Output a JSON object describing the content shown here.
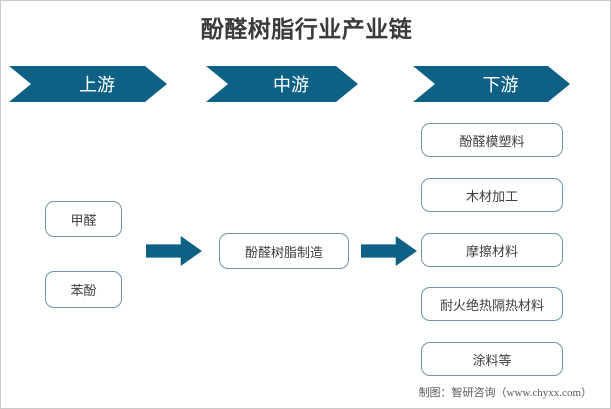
{
  "chart_data": {
    "type": "diagram",
    "title": "酚醛树脂行业产业链",
    "stages": [
      {
        "label": "上游",
        "nodes": [
          "甲醛",
          "苯酚"
        ]
      },
      {
        "label": "中游",
        "nodes": [
          "酚醛树脂制造"
        ]
      },
      {
        "label": "下游",
        "nodes": [
          "酚醛模塑料",
          "木材加工",
          "摩擦材料",
          "耐火绝热隔热材料",
          "涂料等"
        ]
      }
    ],
    "connectors": [
      {
        "name": "upstream-to-midstream",
        "icon": "right-arrow-icon"
      },
      {
        "name": "midstream-to-downstream",
        "icon": "right-arrow-icon"
      }
    ],
    "colors": {
      "banner": "#0e6184",
      "arrow": "#0e6184",
      "node_border": "#6f94ad",
      "title_text": "#3b3b3b",
      "background": "#ffffff"
    }
  },
  "header": {
    "title": "酚醛树脂行业产业链"
  },
  "banners": [
    {
      "label": "上游"
    },
    {
      "label": "中游"
    },
    {
      "label": "下游"
    }
  ],
  "upstream": {
    "nodes": [
      {
        "label": "甲醛"
      },
      {
        "label": "苯酚"
      }
    ]
  },
  "midstream": {
    "nodes": [
      {
        "label": "酚醛树脂制造"
      }
    ]
  },
  "downstream": {
    "nodes": [
      {
        "label": "酚醛模塑料"
      },
      {
        "label": "木材加工"
      },
      {
        "label": "摩擦材料"
      },
      {
        "label": "耐火绝热隔热材料"
      },
      {
        "label": "涂料等"
      }
    ]
  },
  "footer": {
    "credit": "制图：智研咨询（www.chyxx.com）"
  }
}
